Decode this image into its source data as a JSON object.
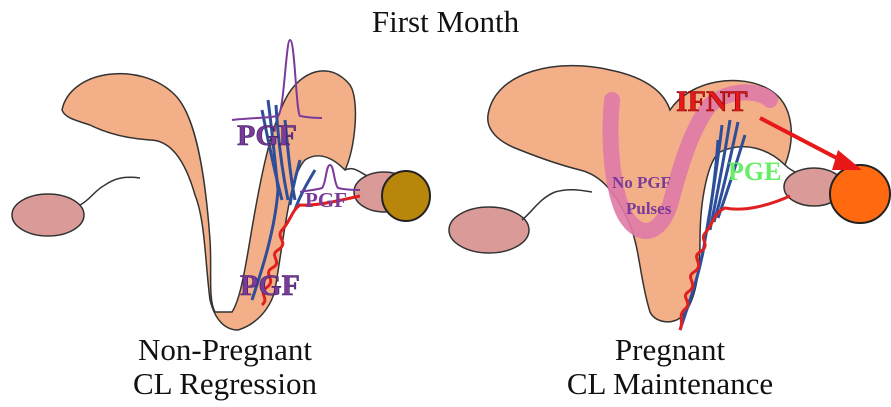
{
  "title": "First Month",
  "left": {
    "caption_line1": "Non-Pregnant",
    "caption_line2": "CL Regression",
    "label_pgf_top": "PGF",
    "label_pgf_mid": "PGF",
    "label_pgf_bottom": "PGF"
  },
  "right": {
    "caption_line1": "Pregnant",
    "caption_line2": "CL Maintenance",
    "label_ifnt": "IFNT",
    "label_pge": "PGE",
    "label_no_pgf_1": "No PGF",
    "label_no_pgf_2": "Pulses"
  },
  "colors": {
    "uterus": "#f3b088",
    "ovary": "#d99a98",
    "vessel_blue": "#2e4e9a",
    "vessel_red": "#e02020",
    "pgf_purple": "#7a3a9a",
    "cl_left": "#b8860b",
    "cl_right": "#ff6a10",
    "ifnt_red": "#e81818",
    "pge_green": "#66ee66",
    "pink_streak": "#e07aa8"
  }
}
